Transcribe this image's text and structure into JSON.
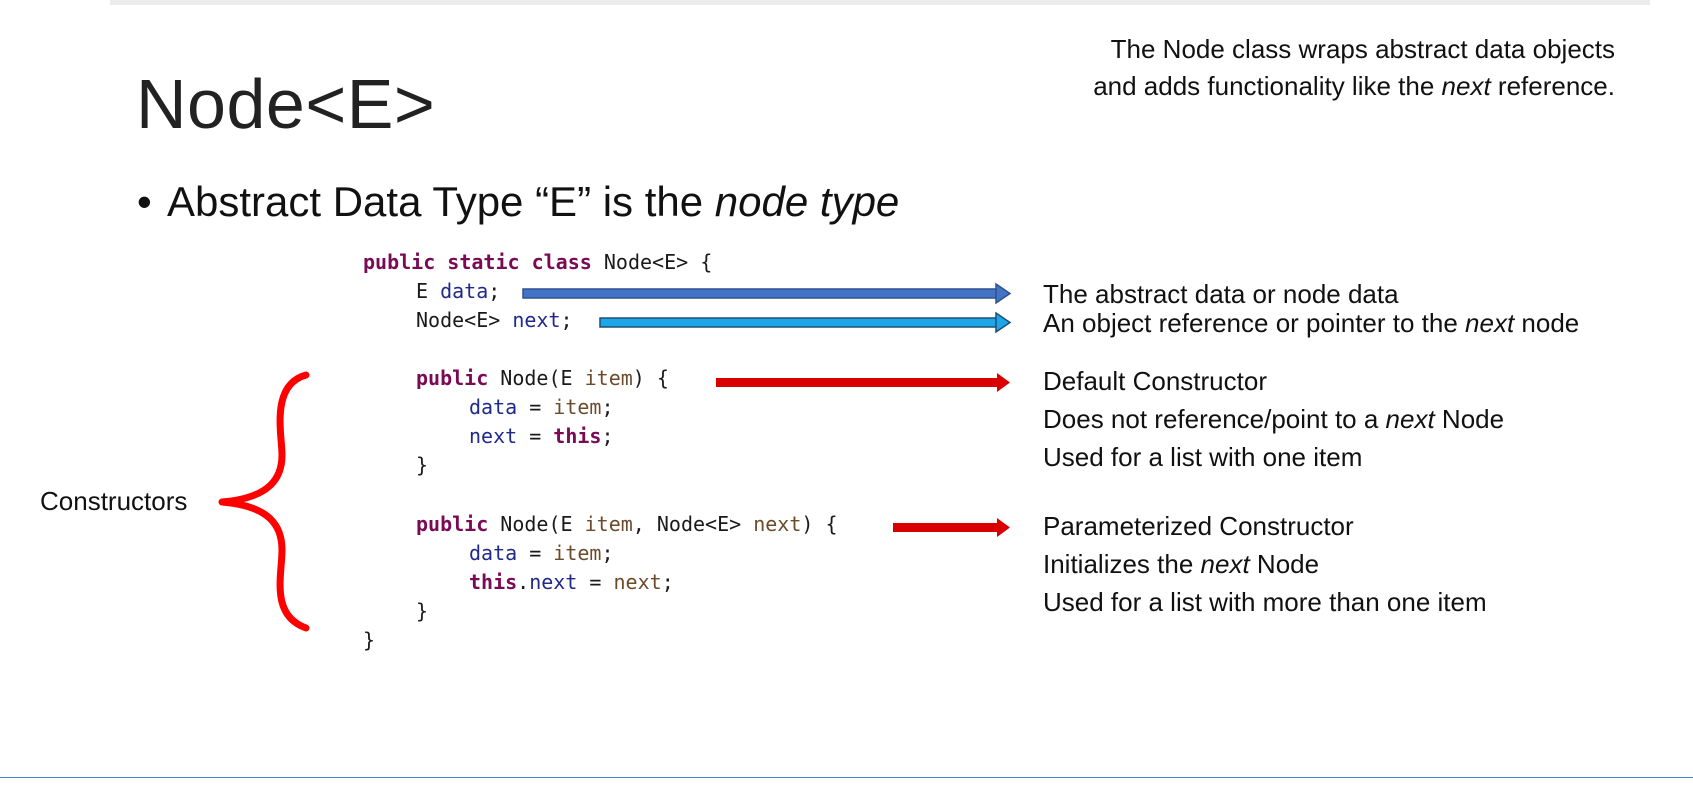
{
  "slide": {
    "title": "Node<E>",
    "note_line1": "The Node class wraps abstract data objects",
    "note_line2_pre": "and adds functionality like the ",
    "note_line2_em": "next",
    "note_line2_post": " reference.",
    "bullet_dot": "•",
    "bullet_text": "Abstract Data Type “E” is the ",
    "bullet_em": "node type"
  },
  "code": {
    "public_kw": "public",
    "static_kw": "static",
    "class_kw": "class",
    "node_type": "Node<E>",
    "open_brace": "{",
    "close_brace": "}",
    "e_type": "E",
    "data": "data",
    "next": "next",
    "this_kw": "this",
    "item": "item",
    "semicolon": ";",
    "equals": " = ",
    "node_name": "Node",
    "lparen": "(",
    "rparen": ")",
    "comma": ", ",
    "dot": "."
  },
  "descriptions": {
    "data_desc": "The abstract data or node data",
    "next_desc_pre": "An object reference or pointer to the ",
    "next_desc_em": "next",
    "next_desc_post": " node",
    "default_ctor": "Default Constructor",
    "default_note1_pre": "Does not reference/point to a ",
    "default_note1_em": "next",
    "default_note1_post": " Node",
    "default_note2": "Used for a list with one item",
    "param_ctor": "Parameterized Constructor",
    "param_note1_pre": "Initializes the ",
    "param_note1_em": "next",
    "param_note1_post": " Node",
    "param_note2": "Used for a list with more than one item"
  },
  "constructors_label": "Constructors",
  "colors": {
    "arrow_blue_dark": "#4472c4",
    "arrow_blue_light": "#1ea7e8",
    "arrow_red": "#d90000",
    "brace_red": "#ff0000",
    "keyword": "#7a0a55",
    "field": "#1f2a8a",
    "param": "#6b4b2a",
    "rule": "#4a86c5"
  }
}
